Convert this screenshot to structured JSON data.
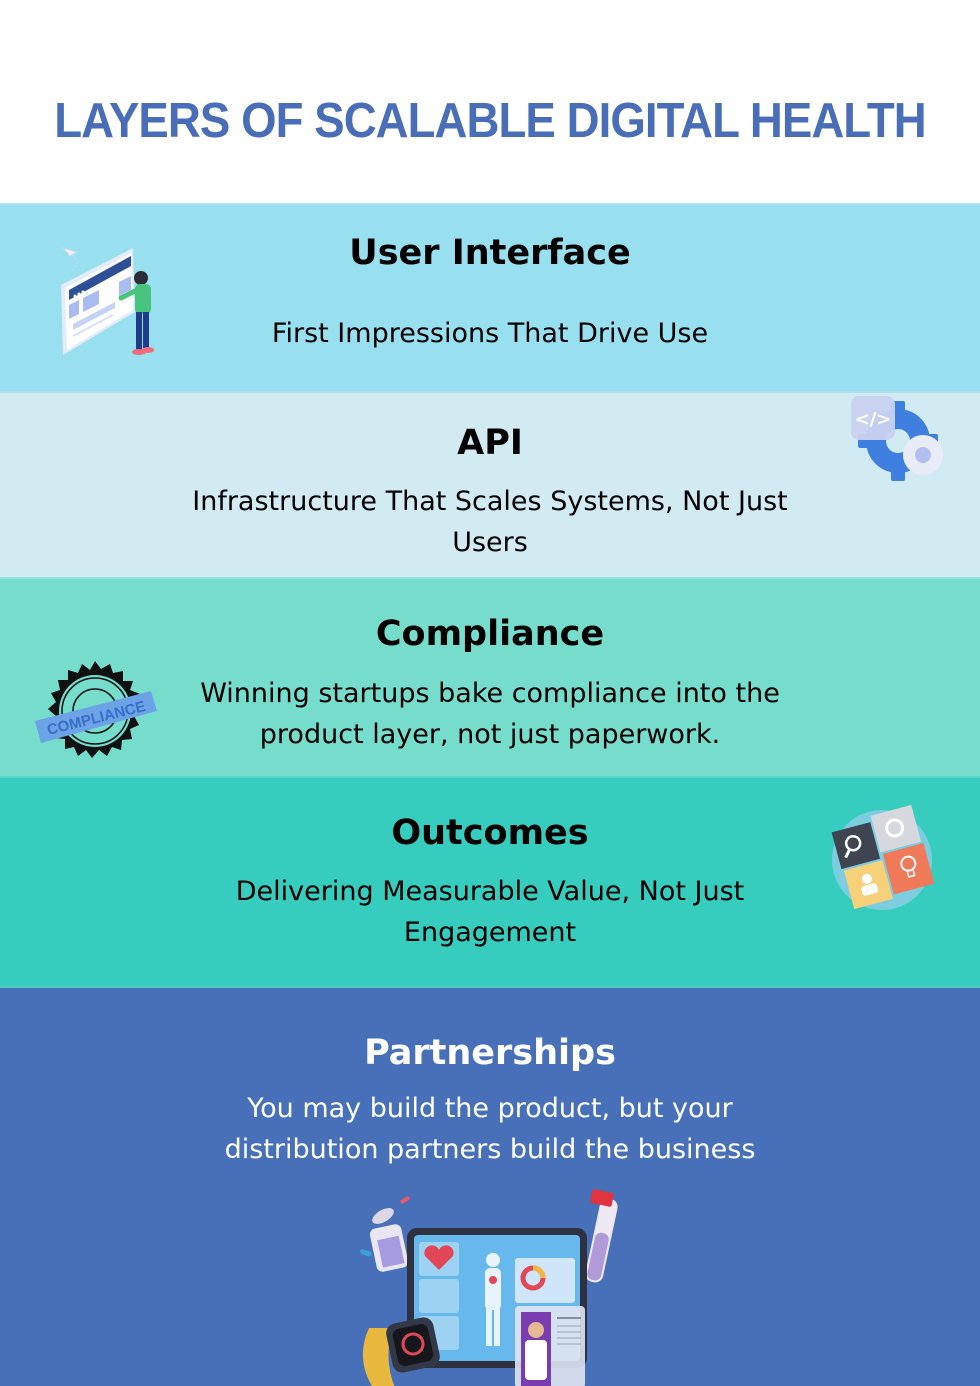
{
  "title": "LAYERS OF SCALABLE DIGITAL HEALTH",
  "colors": {
    "title": "#4a6db7",
    "ui_band": "#98dff0",
    "api_band": "#d2ebf3",
    "compliance_band": "#76ddcd",
    "outcomes_band": "#37cdbe",
    "partnerships_band": "#4770b8"
  },
  "layers": [
    {
      "heading": "User Interface",
      "description": "First Impressions That Drive Use",
      "icon": "person-at-dashboard-illustration"
    },
    {
      "heading": "API",
      "description": "Infrastructure That Scales Systems, Not Just Users",
      "icon": "code-gears-illustration"
    },
    {
      "heading": "Compliance",
      "description": "Winning startups bake compliance into the product layer, not just paperwork.",
      "icon": "compliance-seal-illustration",
      "seal_text": "COMPLIANCE"
    },
    {
      "heading": "Outcomes",
      "description": "Delivering Measurable Value, Not Just Engagement",
      "icon": "puzzle-pieces-illustration"
    },
    {
      "heading": "Partnerships",
      "description": "You may build the product, but your distribution partners build the business",
      "icon": "digital-health-tablet-illustration"
    }
  ]
}
